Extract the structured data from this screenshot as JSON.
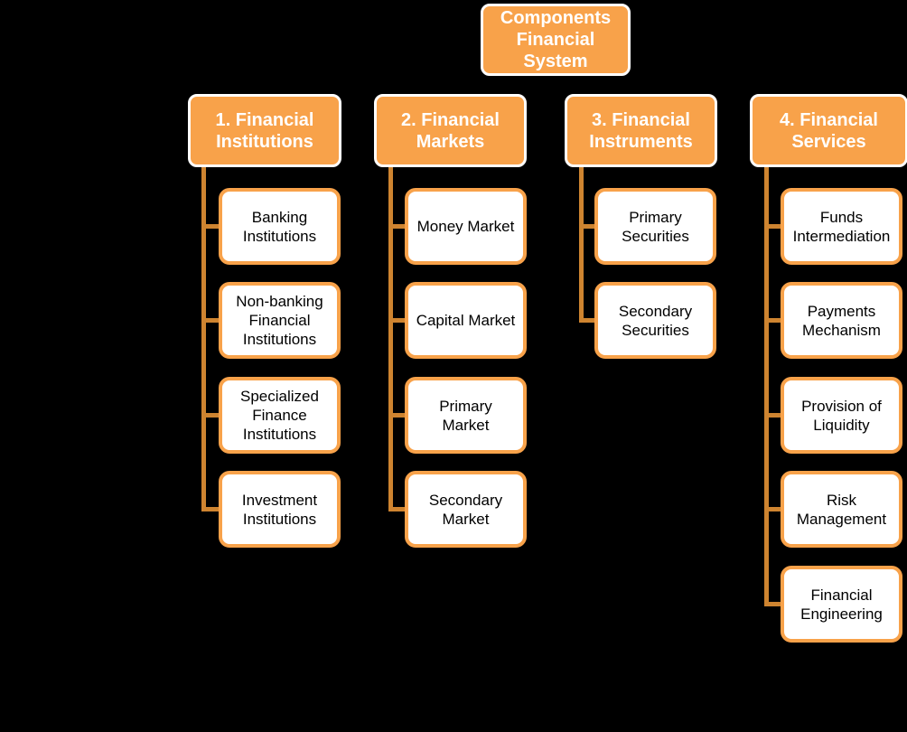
{
  "diagram": {
    "type": "org-chart",
    "background_color": "#000000",
    "accent_color": "#F8A24A",
    "connector_color": "#CE8430",
    "header_text_color": "#FFFFFF",
    "node_text_color": "#000000",
    "node_fill_color": "#FFFFFF",
    "root": {
      "label": "Components\nFinancial\nSystem"
    },
    "columns": [
      {
        "header": "1. Financial\nInstitutions",
        "items": [
          "Banking\nInstitutions",
          "Non-banking\nFinancial\nInstitutions",
          "Specialized\nFinance\nInstitutions",
          "Investment\nInstitutions"
        ]
      },
      {
        "header": "2. Financial\nMarkets",
        "items": [
          "Money Market",
          "Capital Market",
          "Primary\nMarket",
          "Secondary\nMarket"
        ]
      },
      {
        "header": "3. Financial\nInstruments",
        "items": [
          "Primary\nSecurities",
          "Secondary\nSecurities"
        ]
      },
      {
        "header": "4. Financial\nServices",
        "items": [
          "Funds\nIntermediation",
          "Payments\nMechanism",
          "Provision of\nLiquidity",
          "Risk\nManagement",
          "Financial\nEngineering"
        ]
      }
    ]
  }
}
